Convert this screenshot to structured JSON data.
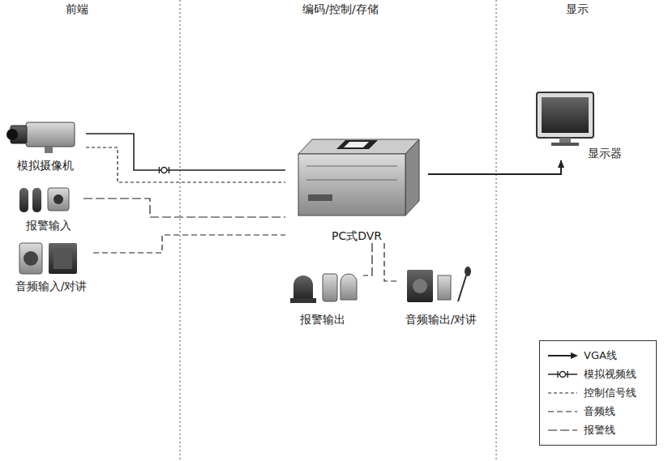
{
  "diagram": {
    "nodes": [
      {
        "text": [
          "模拟摄像机"
        ]
      },
      {
        "text": [
          "报警输入"
        ]
      },
      {
        "text": [
          "音频输入/对讲"
        ]
      },
      {
        "text": [
          "PC式DVR"
        ]
      },
      {
        "text": [
          "报警输出"
        ]
      },
      {
        "text": [
          "音频输出/对讲"
        ]
      },
      {
        "text": [
          "显示器"
        ]
      }
    ],
    "edges": [
      {
        "from": 0,
        "to": 3,
        "arrow": "none"
      },
      {
        "from": 0,
        "to": 3,
        "arrow": "none"
      },
      {
        "from": 1,
        "to": 3,
        "arrow": "none"
      },
      {
        "from": 2,
        "to": 3,
        "arrow": "none"
      },
      {
        "from": 3,
        "to": 4,
        "arrow": "none"
      },
      {
        "from": 3,
        "to": 5,
        "arrow": "none"
      },
      {
        "from": 3,
        "to": 6,
        "arrow": "to"
      }
    ],
    "labels": [
      "前端",
      "编码/控制/存储",
      "显示"
    ],
    "legend": [
      {
        "text": "VGA线"
      },
      {
        "text": "模拟视频线"
      },
      {
        "text": "控制信号线"
      },
      {
        "text": "音频线"
      },
      {
        "text": "报警线"
      }
    ]
  }
}
